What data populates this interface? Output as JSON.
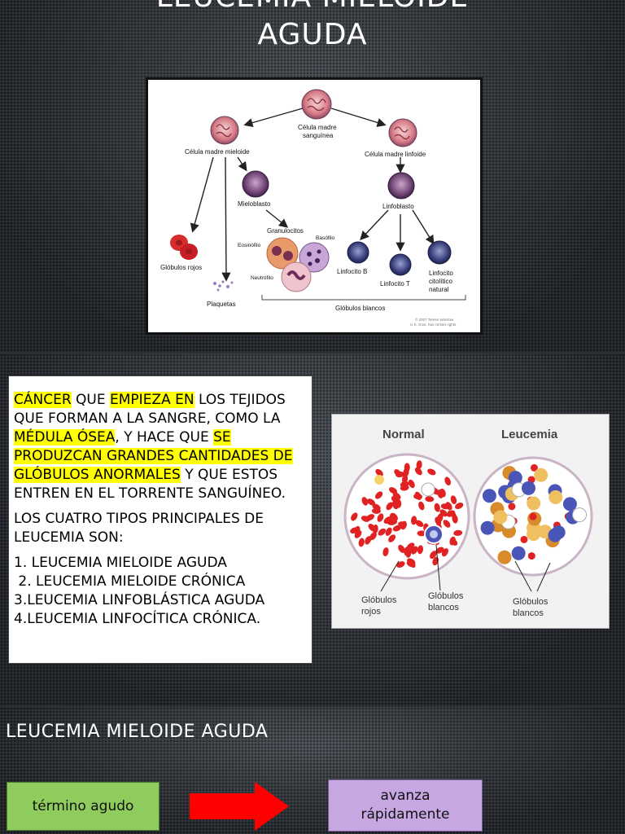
{
  "slide1": {
    "title_line1": "LEUCEMIA MIELOIDE",
    "title_line2": "AGUDA",
    "diagram": {
      "stem": "Célula madre",
      "stem2": "sanguínea",
      "myeloid": "Célula madre mieloide",
      "lymphoid": "Célula madre linfoide",
      "myeloblast": "Mieloblasto",
      "lymphoblast": "Linfoblasto",
      "granulocytes": "Granulocitos",
      "basophil": "Basófilo",
      "eosinophil": "Eosinófilo",
      "neutrophil": "Neutrófilo",
      "red_cells": "Glóbulos rojos",
      "platelets": "Plaquetas",
      "b_cell": "Linfocito B",
      "t_cell": "Linfocito T",
      "nk1": "Linfocito",
      "nk2": "citolítico",
      "nk3": "natural",
      "white_cells": "Glóbulos blancos",
      "copyright": "© 2007 Terese Winslow",
      "copyright2": "U.S. Govt. has certain rights"
    }
  },
  "slide2": {
    "p1": {
      "a": "CÁNCER",
      "b": " QUE ",
      "c": "EMPIEZA EN",
      "d": " LOS TEJIDOS QUE FORMAN A LA SANGRE, COMO LA ",
      "e": "MÉDULA ÓSEA",
      "f": ", Y HACE QUE ",
      "g": "SE PRODUZCAN GRANDES CANTIDADES DE GLÓBULOS ANORMALES",
      "h": " Y QUE ESTOS ENTREN EN EL TORRENTE SANGUÍNEO."
    },
    "p2": "LOS CUATRO TIPOS PRINCIPALES DE LEUCEMIA SON:",
    "list": [
      "1. LEUCEMIA MIELOIDE AGUDA",
      " 2. LEUCEMIA MIELOIDE CRÓNICA",
      "3.LEUCEMIA LINFOBLÁSTICA AGUDA",
      "4.LEUCEMIA LINFOCÍTICA CRÓNICA."
    ],
    "compare": {
      "normal": "Normal",
      "leukemia": "Leucemia",
      "red1": "Glóbulos",
      "red2": "rojos",
      "white1": "Glóbulos",
      "white2": "blancos",
      "white3": "Glóbulos",
      "white4": "blancos"
    }
  },
  "slide3": {
    "title": "LEUCEMIA MIELOIDE AGUDA",
    "box1": "término agudo",
    "box2_line1": "avanza",
    "box2_line2": "rápidamente"
  },
  "colors": {
    "highlight": "#ffff00",
    "arrow": "#ff0000",
    "green_box": "#8fcc5e",
    "purple_box": "#c6a7e2"
  }
}
